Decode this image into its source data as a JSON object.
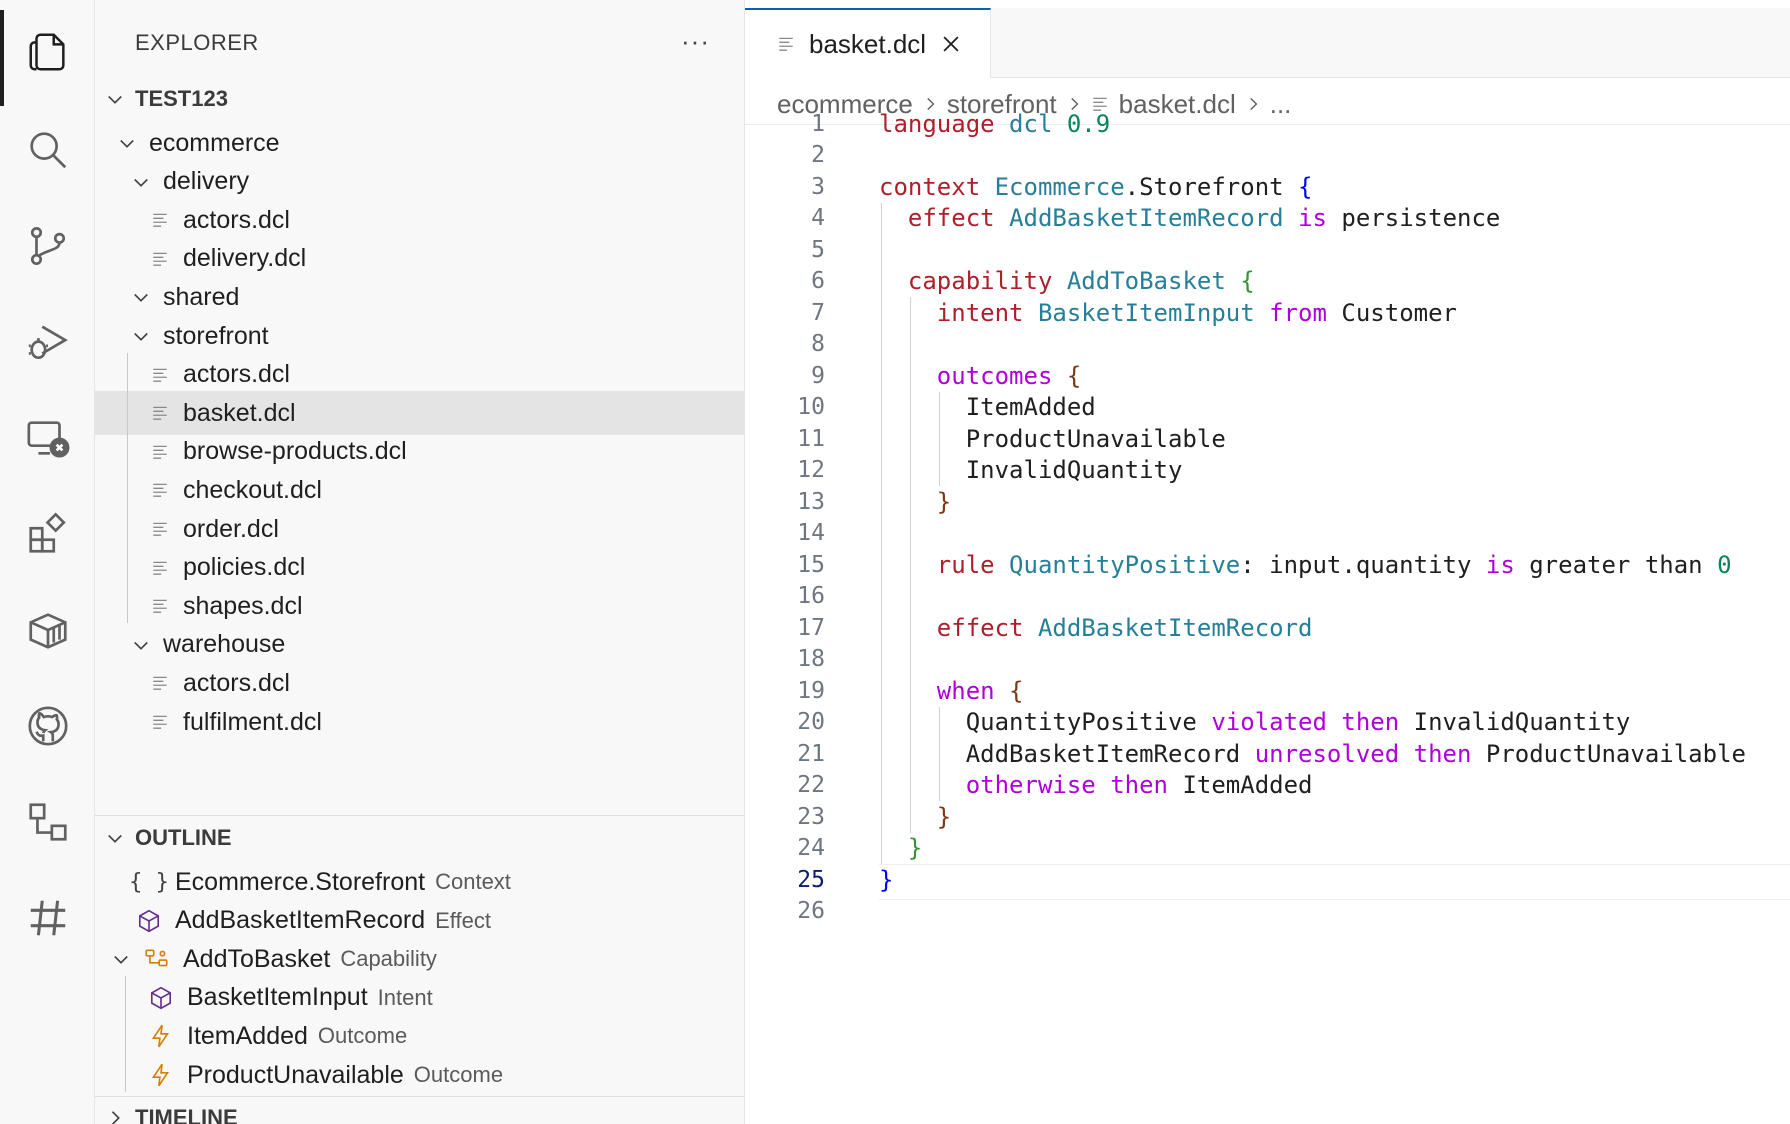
{
  "activity_bar": {
    "items": [
      {
        "name": "explorer-icon"
      },
      {
        "name": "search-icon"
      },
      {
        "name": "source-control-icon"
      },
      {
        "name": "run-debug-icon"
      },
      {
        "name": "remote-explorer-icon"
      },
      {
        "name": "extensions-icon"
      },
      {
        "name": "packages-icon"
      },
      {
        "name": "github-icon"
      },
      {
        "name": "diagram-icon"
      },
      {
        "name": "hash-icon"
      }
    ]
  },
  "sidebar": {
    "title": "EXPLORER",
    "more_label": "···",
    "workspace": "TEST123",
    "tree": [
      {
        "label": "ecommerce",
        "type": "folder"
      },
      {
        "label": "delivery",
        "type": "folder"
      },
      {
        "label": "actors.dcl",
        "type": "file"
      },
      {
        "label": "delivery.dcl",
        "type": "file"
      },
      {
        "label": "shared",
        "type": "folder"
      },
      {
        "label": "storefront",
        "type": "folder"
      },
      {
        "label": "actors.dcl",
        "type": "file"
      },
      {
        "label": "basket.dcl",
        "type": "file",
        "selected": true
      },
      {
        "label": "browse-products.dcl",
        "type": "file"
      },
      {
        "label": "checkout.dcl",
        "type": "file"
      },
      {
        "label": "order.dcl",
        "type": "file"
      },
      {
        "label": "policies.dcl",
        "type": "file"
      },
      {
        "label": "shapes.dcl",
        "type": "file"
      },
      {
        "label": "warehouse",
        "type": "folder"
      },
      {
        "label": "actors.dcl",
        "type": "file"
      },
      {
        "label": "fulfilment.dcl",
        "type": "file"
      }
    ],
    "outline_title": "OUTLINE",
    "outline": [
      {
        "label": "Ecommerce.Storefront",
        "detail": "Context",
        "icon": "braces-icon"
      },
      {
        "label": "AddBasketItemRecord",
        "detail": "Effect",
        "icon": "cube-icon"
      },
      {
        "label": "AddToBasket",
        "detail": "Capability",
        "icon": "capability-icon"
      },
      {
        "label": "BasketItemInput",
        "detail": "Intent",
        "icon": "cube-icon"
      },
      {
        "label": "ItemAdded",
        "detail": "Outcome",
        "icon": "lightning-icon"
      },
      {
        "label": "ProductUnavailable",
        "detail": "Outcome",
        "icon": "lightning-icon"
      }
    ],
    "timeline_title": "TIMELINE"
  },
  "editor": {
    "tab_label": "basket.dcl",
    "breadcrumb": [
      "ecommerce",
      "storefront",
      "basket.dcl",
      "..."
    ],
    "current_line": 25,
    "lines": [
      {
        "n": "1",
        "t": [
          [
            "k-red",
            "language"
          ],
          [
            "",
            " "
          ],
          [
            "k-teal",
            "dcl"
          ],
          [
            "",
            " "
          ],
          [
            "k-num",
            "0.9"
          ]
        ]
      },
      {
        "n": "2",
        "t": []
      },
      {
        "n": "3",
        "t": [
          [
            "k-red",
            "context"
          ],
          [
            "",
            " "
          ],
          [
            "k-teal",
            "Ecommerce"
          ],
          [
            "",
            ".Storefront "
          ],
          [
            "b1",
            "{"
          ]
        ]
      },
      {
        "n": "4",
        "t": [
          [
            "",
            "  "
          ],
          [
            "k-red",
            "effect"
          ],
          [
            "",
            " "
          ],
          [
            "k-teal",
            "AddBasketItemRecord"
          ],
          [
            "",
            " "
          ],
          [
            "k-purple",
            "is"
          ],
          [
            "",
            " persistence"
          ]
        ]
      },
      {
        "n": "5",
        "t": []
      },
      {
        "n": "6",
        "t": [
          [
            "",
            "  "
          ],
          [
            "k-red",
            "capability"
          ],
          [
            "",
            " "
          ],
          [
            "k-teal",
            "AddToBasket"
          ],
          [
            "",
            " "
          ],
          [
            "b2",
            "{"
          ]
        ]
      },
      {
        "n": "7",
        "t": [
          [
            "",
            "    "
          ],
          [
            "k-red",
            "intent"
          ],
          [
            "",
            " "
          ],
          [
            "k-teal",
            "BasketItemInput"
          ],
          [
            "",
            " "
          ],
          [
            "k-purple",
            "from"
          ],
          [
            "",
            " Customer"
          ]
        ]
      },
      {
        "n": "8",
        "t": []
      },
      {
        "n": "9",
        "t": [
          [
            "",
            "    "
          ],
          [
            "k-purple",
            "outcomes"
          ],
          [
            "",
            " "
          ],
          [
            "b3",
            "{"
          ]
        ]
      },
      {
        "n": "10",
        "t": [
          [
            "",
            "      ItemAdded"
          ]
        ]
      },
      {
        "n": "11",
        "t": [
          [
            "",
            "      ProductUnavailable"
          ]
        ]
      },
      {
        "n": "12",
        "t": [
          [
            "",
            "      InvalidQuantity"
          ]
        ]
      },
      {
        "n": "13",
        "t": [
          [
            "",
            "    "
          ],
          [
            "b3",
            "}"
          ]
        ]
      },
      {
        "n": "14",
        "t": []
      },
      {
        "n": "15",
        "t": [
          [
            "",
            "    "
          ],
          [
            "k-red",
            "rule"
          ],
          [
            "",
            " "
          ],
          [
            "k-teal",
            "QuantityPositive"
          ],
          [
            "",
            ": input.quantity "
          ],
          [
            "k-purple",
            "is"
          ],
          [
            "",
            " greater than "
          ],
          [
            "k-num",
            "0"
          ]
        ]
      },
      {
        "n": "16",
        "t": []
      },
      {
        "n": "17",
        "t": [
          [
            "",
            "    "
          ],
          [
            "k-red",
            "effect"
          ],
          [
            "",
            " "
          ],
          [
            "k-teal",
            "AddBasketItemRecord"
          ]
        ]
      },
      {
        "n": "18",
        "t": []
      },
      {
        "n": "19",
        "t": [
          [
            "",
            "    "
          ],
          [
            "k-purple",
            "when"
          ],
          [
            "",
            " "
          ],
          [
            "b3",
            "{"
          ]
        ]
      },
      {
        "n": "20",
        "t": [
          [
            "",
            "      QuantityPositive "
          ],
          [
            "k-purple",
            "violated"
          ],
          [
            "",
            " "
          ],
          [
            "k-purple",
            "then"
          ],
          [
            "",
            " InvalidQuantity"
          ]
        ]
      },
      {
        "n": "21",
        "t": [
          [
            "",
            "      AddBasketItemRecord "
          ],
          [
            "k-purple",
            "unresolved"
          ],
          [
            "",
            " "
          ],
          [
            "k-purple",
            "then"
          ],
          [
            "",
            " ProductUnavailable"
          ]
        ]
      },
      {
        "n": "22",
        "t": [
          [
            "",
            "      "
          ],
          [
            "k-purple",
            "otherwise"
          ],
          [
            "",
            " "
          ],
          [
            "k-purple",
            "then"
          ],
          [
            "",
            " ItemAdded"
          ]
        ]
      },
      {
        "n": "23",
        "t": [
          [
            "",
            "    "
          ],
          [
            "b3",
            "}"
          ]
        ]
      },
      {
        "n": "24",
        "t": [
          [
            "",
            "  "
          ],
          [
            "b2",
            "}"
          ]
        ]
      },
      {
        "n": "25",
        "t": [
          [
            "b1",
            "}"
          ]
        ]
      },
      {
        "n": "26",
        "t": []
      }
    ]
  },
  "colors": {
    "keyword": "#af1f2b",
    "control": "#af00db",
    "type": "#267f99",
    "number": "#098658",
    "accent": "#005fb8"
  }
}
